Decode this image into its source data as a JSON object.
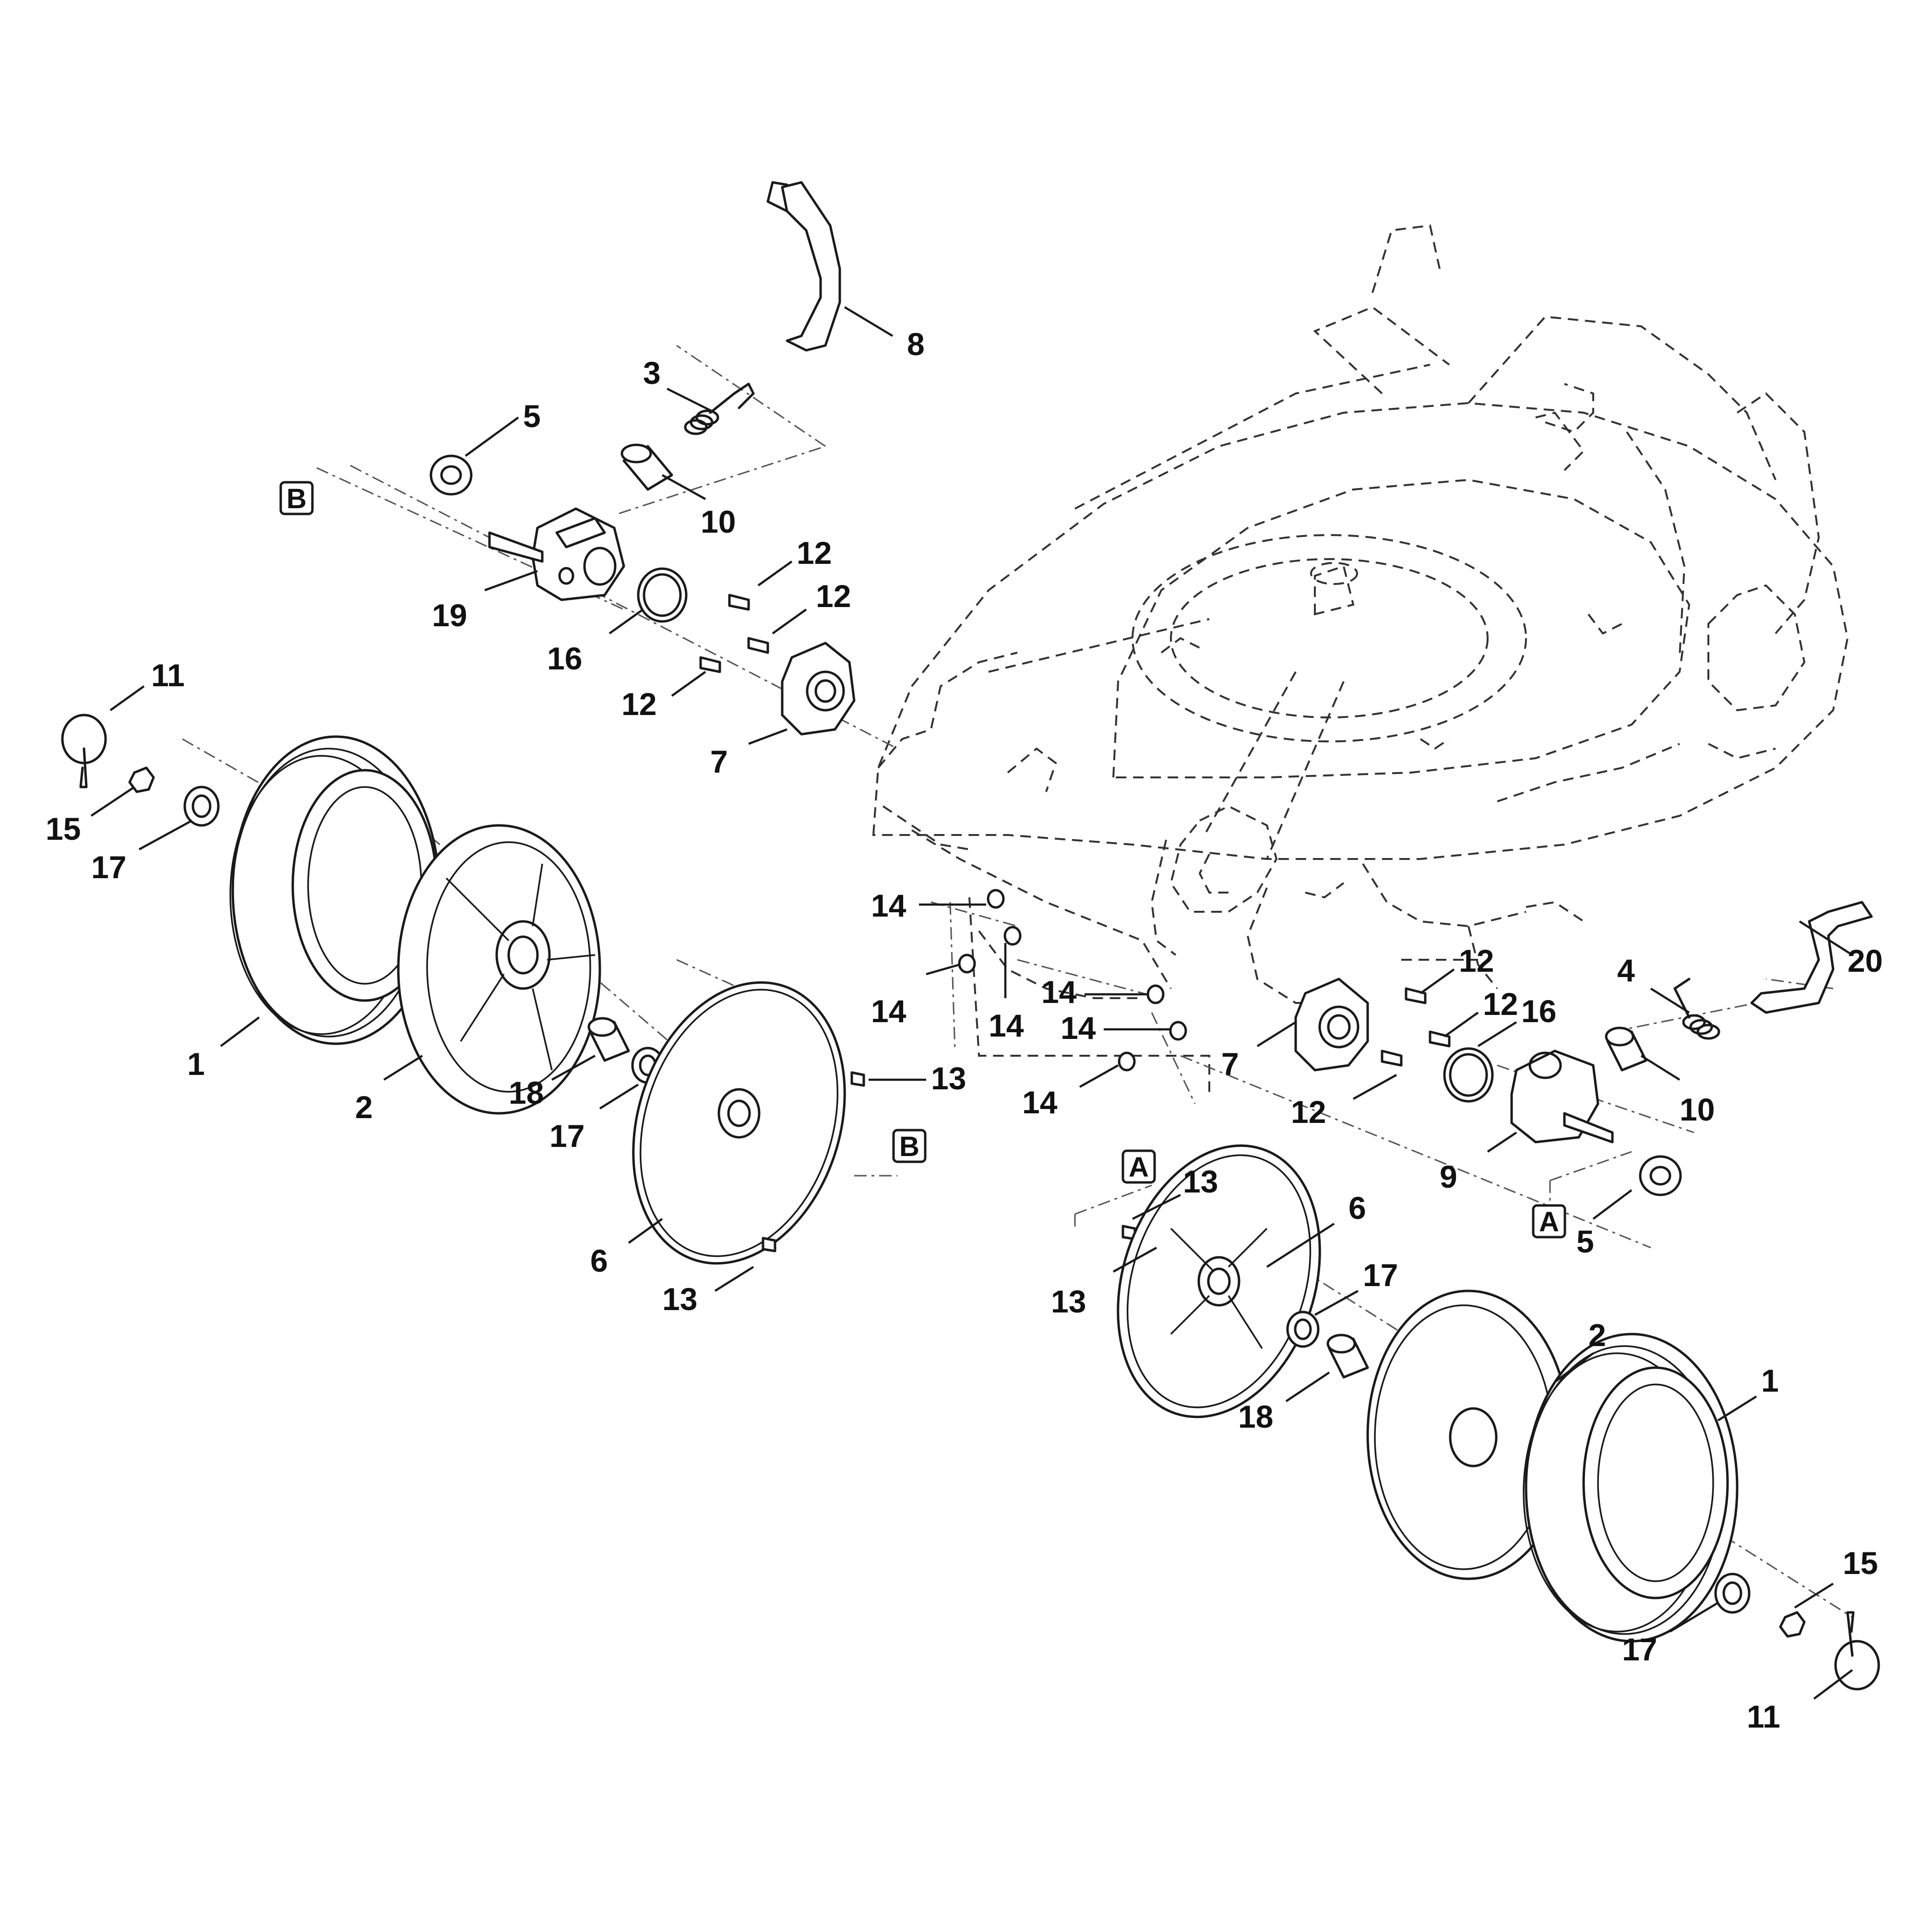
{
  "callouts": {
    "c8": "8",
    "c3": "3",
    "c5a": "5",
    "c10a": "10",
    "c19": "19",
    "c16a": "16",
    "c12a": "12",
    "c12b": "12",
    "c12c": "12",
    "c7a": "7",
    "c11a": "11",
    "c15a": "15",
    "c17a": "17",
    "c1a": "1",
    "c2a": "2",
    "c18a": "18",
    "c17b": "17",
    "c13a": "13",
    "c6a": "6",
    "c13b": "13",
    "c14a": "14",
    "c14b": "14",
    "c14c": "14",
    "c14d": "14",
    "c14e": "14",
    "c14f": "14",
    "c7b": "7",
    "c12d": "12",
    "c12e": "12",
    "c12f": "12",
    "c16b": "16",
    "c4": "4",
    "c20": "20",
    "c10b": "10",
    "c9": "9",
    "c5b": "5",
    "c13c": "13",
    "c13d": "13",
    "c6b": "6",
    "c17c": "17",
    "c2b": "2",
    "c18b": "18",
    "c1b": "1",
    "c15b": "15",
    "c17d": "17",
    "c11b": "11"
  },
  "refs": {
    "b1": "B",
    "b2": "B",
    "a1": "A",
    "a2": "A"
  }
}
